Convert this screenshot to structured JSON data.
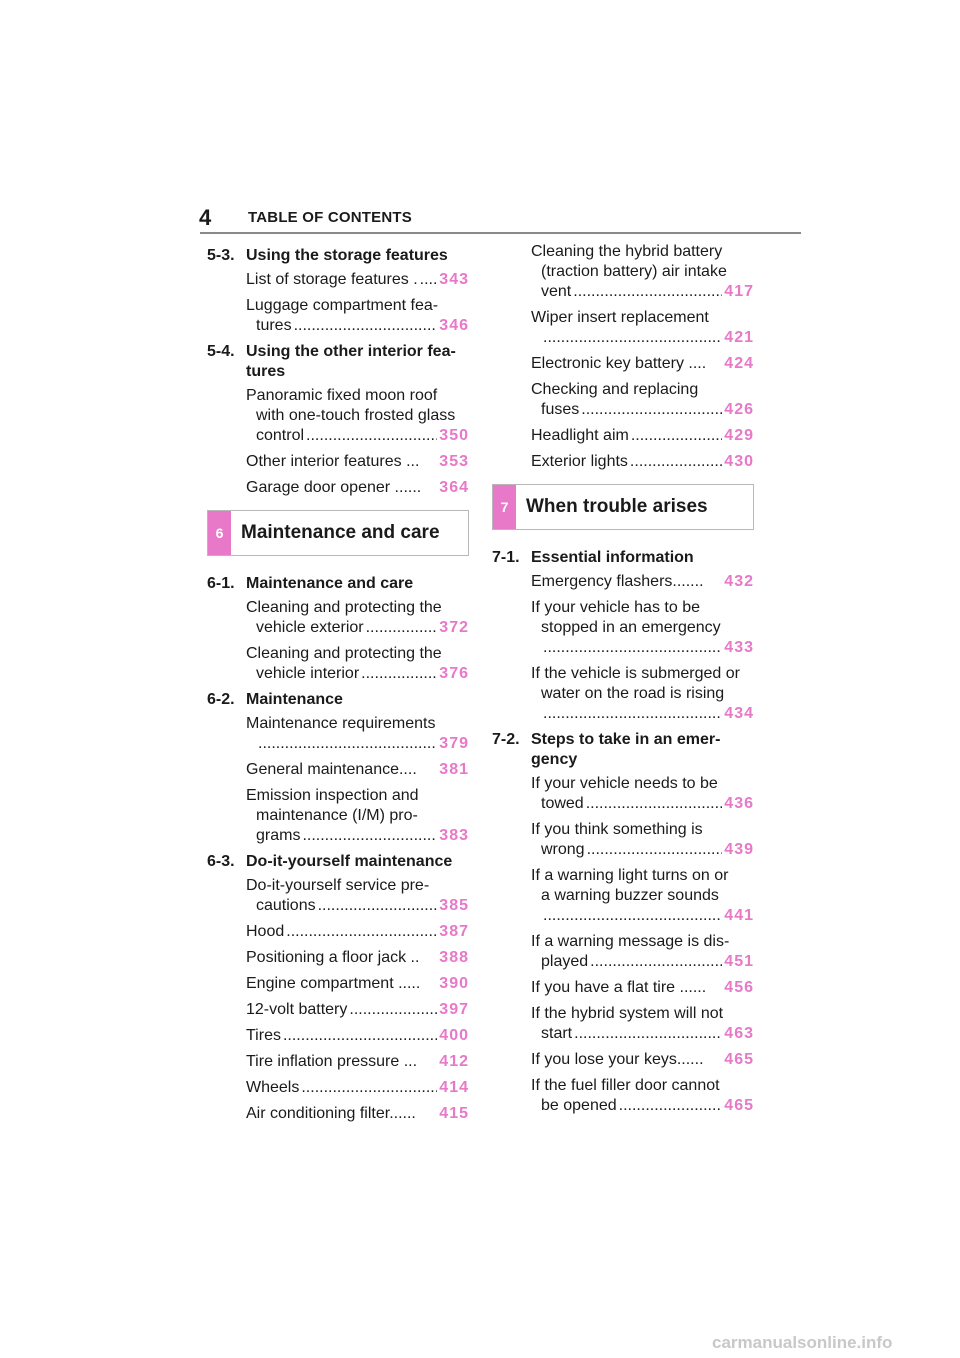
{
  "header": {
    "page_number": "4",
    "title": "TABLE OF CONTENTS"
  },
  "left_column": {
    "sec_5_3": {
      "num": "5-3.",
      "title": "Using the storage features"
    },
    "e1": {
      "label": "List of storage features .",
      "page": "343"
    },
    "e2": {
      "line1": "Luggage compartment fea-",
      "label": "tures",
      "page": "346"
    },
    "sec_5_4": {
      "num": "5-4.",
      "title": "Using the other interior fea-",
      "title2": "tures"
    },
    "e3": {
      "line1": "Panoramic fixed moon roof",
      "line2": "with one-touch frosted glass",
      "label": "control",
      "page": "350"
    },
    "e4": {
      "label": "Other interior features ...",
      "page": "353"
    },
    "e5": {
      "label": "Garage door opener ......",
      "page": "364"
    },
    "chapter6": {
      "tab": "6",
      "title": "Maintenance and care"
    },
    "sec_6_1": {
      "num": "6-1.",
      "title": "Maintenance and care"
    },
    "e6": {
      "line1": "Cleaning and protecting the",
      "label": "vehicle exterior",
      "page": "372"
    },
    "e7": {
      "line1": "Cleaning and protecting the",
      "label": "vehicle interior",
      "page": "376"
    },
    "sec_6_2": {
      "num": "6-2.",
      "title": "Maintenance"
    },
    "e8": {
      "line1": "Maintenance requirements",
      "label": "",
      "page": "379"
    },
    "e9": {
      "label": "General maintenance....",
      "page": "381"
    },
    "e10": {
      "line1": "Emission inspection and",
      "line2": "maintenance (I/M) pro-",
      "label": "grams",
      "page": "383"
    },
    "sec_6_3": {
      "num": "6-3.",
      "title": "Do-it-yourself maintenance"
    },
    "e11": {
      "line1": "Do-it-yourself service pre-",
      "label": "cautions",
      "page": "385"
    },
    "e12": {
      "label": "Hood",
      "page": "387"
    },
    "e13": {
      "label": "Positioning a floor jack ..",
      "page": "388"
    },
    "e14": {
      "label": "Engine compartment .....",
      "page": "390"
    },
    "e15": {
      "label": "12-volt battery",
      "page": "397"
    },
    "e16": {
      "label": "Tires",
      "page": "400"
    },
    "e17": {
      "label": "Tire inflation pressure ...",
      "page": "412"
    },
    "e18": {
      "label": "Wheels",
      "page": "414"
    },
    "e19": {
      "label": "Air conditioning filter......",
      "page": "415"
    }
  },
  "right_column": {
    "r1": {
      "line1": "Cleaning the hybrid battery",
      "line2": "(traction battery) air intake",
      "label": "vent",
      "page": "417"
    },
    "r2": {
      "line1": "Wiper insert replacement",
      "label": "",
      "page": "421"
    },
    "r3": {
      "label": "Electronic key battery ....",
      "page": "424"
    },
    "r4": {
      "line1": "Checking and replacing",
      "label": "fuses",
      "page": "426"
    },
    "r5": {
      "label": "Headlight aim",
      "page": "429"
    },
    "r6": {
      "label": "Exterior lights",
      "page": "430"
    },
    "chapter7": {
      "tab": "7",
      "title": "When trouble arises"
    },
    "sec_7_1": {
      "num": "7-1.",
      "title": "Essential information"
    },
    "r7": {
      "label": "Emergency flashers.......",
      "page": "432"
    },
    "r8": {
      "line1": "If your vehicle has to be",
      "line2": "stopped in an emergency",
      "label": "",
      "page": "433"
    },
    "r9": {
      "line1": "If the vehicle is submerged or",
      "line2": "water on the road is rising",
      "label": "",
      "page": "434"
    },
    "sec_7_2": {
      "num": "7-2.",
      "title": "Steps to take in an emer-",
      "title2": "gency"
    },
    "r10": {
      "line1": "If your vehicle needs to be",
      "label": "towed",
      "page": "436"
    },
    "r11": {
      "line1": "If you think something is",
      "label": "wrong",
      "page": "439"
    },
    "r12": {
      "line1": "If a warning light turns on or",
      "line2": "a warning buzzer sounds",
      "label": "",
      "page": "441"
    },
    "r13": {
      "line1": "If a warning message is dis-",
      "label": "played",
      "page": "451"
    },
    "r14": {
      "label": "If you have a flat tire ......",
      "page": "456"
    },
    "r15": {
      "line1": "If the hybrid system will not",
      "label": "start",
      "page": "463"
    },
    "r16": {
      "label": "If you lose your keys......",
      "page": "465"
    },
    "r17": {
      "line1": "If the fuel filler door cannot",
      "label": "be opened",
      "page": "465"
    }
  },
  "watermark": "carmanualsonline.info",
  "colors": {
    "accent": "#e878c8",
    "rule": "#8a8a8a"
  }
}
